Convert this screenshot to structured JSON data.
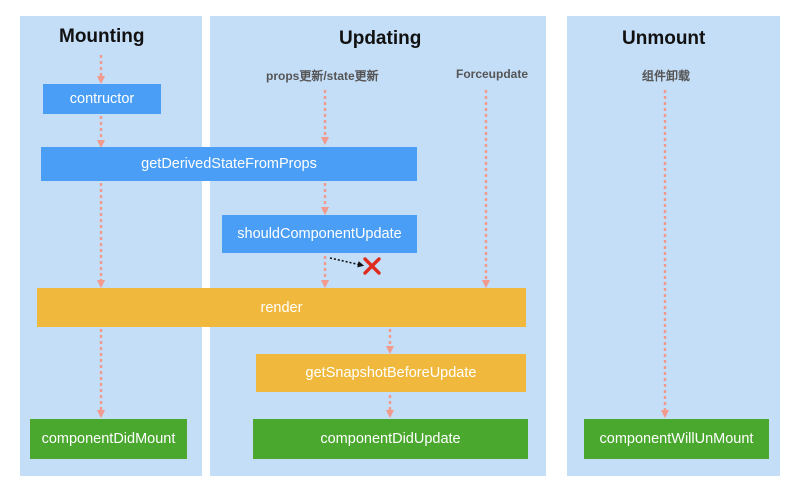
{
  "panels": {
    "mounting": {
      "title": "Mounting"
    },
    "updating": {
      "title": "Updating",
      "trigger_props_state": "props更新/state更新",
      "trigger_forceupdate": "Forceupdate"
    },
    "unmount": {
      "title": "Unmount",
      "trigger_unmount": "组件卸载"
    }
  },
  "nodes": {
    "constructor": "contructor",
    "get_derived_state_from_props": "getDerivedStateFromProps",
    "should_component_update": "shouldComponentUpdate",
    "render": "render",
    "get_snapshot_before_update": "getSnapshotBeforeUpdate",
    "component_did_mount": "componentDidMount",
    "component_did_update": "componentDidUpdate",
    "component_will_unmount": "componentWillUnMount"
  },
  "colors": {
    "panel": "#c4def8",
    "blue_box": "#4a9ef5",
    "yellow_box": "#f0b93d",
    "green_box": "#4aa82e",
    "arrow": "#f29a8e",
    "cross": "#e02b1f"
  },
  "icons": [
    "red-cross-icon"
  ]
}
